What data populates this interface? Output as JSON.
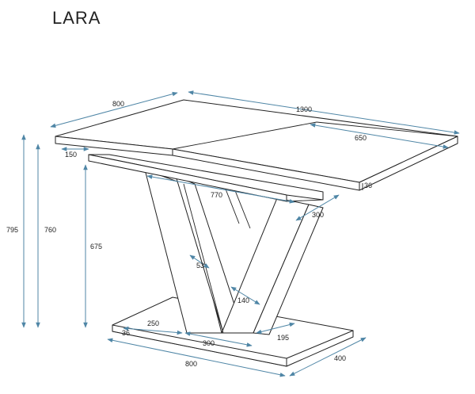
{
  "title": "LARA",
  "dimensions": {
    "top_depth": "800",
    "top_length": "1300",
    "extension": "650",
    "top_thickness": "36",
    "overhang": "150",
    "frame_length": "770",
    "leg_depth": "300",
    "total_height": "795",
    "underframe_height": "760",
    "leg_height": "675",
    "leg_thickness": "53",
    "leg_gap": "140",
    "base_offset": "250",
    "base_thickness": "36",
    "base_leg_width": "300",
    "base_inner": "195",
    "base_length": "800",
    "base_depth": "400"
  },
  "colors": {
    "line": "#222222",
    "dimension": "#4f86a6"
  }
}
